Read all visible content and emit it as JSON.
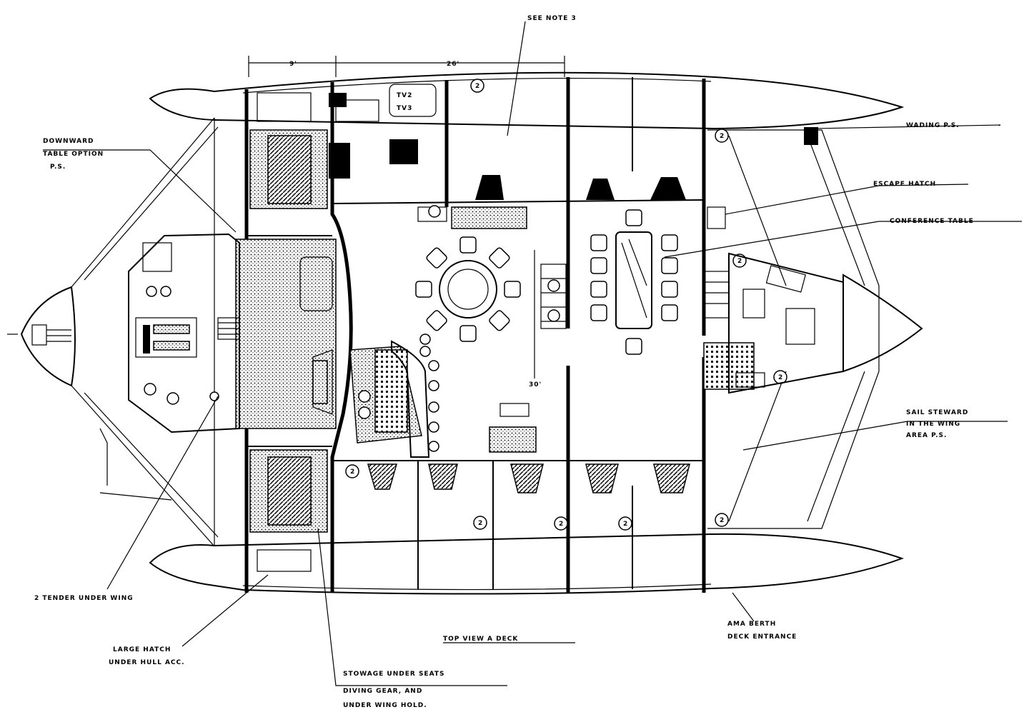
{
  "dimensions": {
    "d1": "9'",
    "d2": "26'",
    "d3": "30'"
  },
  "labels": {
    "top_right": "SEE NOTE 3",
    "sidebar_left_1": "DOWNWARD",
    "sidebar_left_2": "TABLE OPTION",
    "sidebar_left_3": "P.S.",
    "wading": "WADING P.S.",
    "escape": "ESCAPE HATCH",
    "conference": "CONFERENCE TABLE",
    "sail_steward_1": "SAIL STEWARD",
    "sail_steward_2": "IN THE WING",
    "sail_steward_3": "AREA P.S.",
    "tender": "2 TENDER UNDER WING",
    "large_hatch_1": "LARGE HATCH",
    "large_hatch_2": "UNDER HULL ACC.",
    "stowage_1": "STOWAGE UNDER SEATS",
    "stowage_2": "DIVING GEAR, AND",
    "stowage_3": "UNDER WING HOLD.",
    "ama_1": "AMA BERTH",
    "ama_2": "DECK ENTRANCE",
    "top_view": "TOP VIEW A DECK",
    "galley_1": "TV2",
    "galley_2": "TV3",
    "cabin_num": "2"
  }
}
